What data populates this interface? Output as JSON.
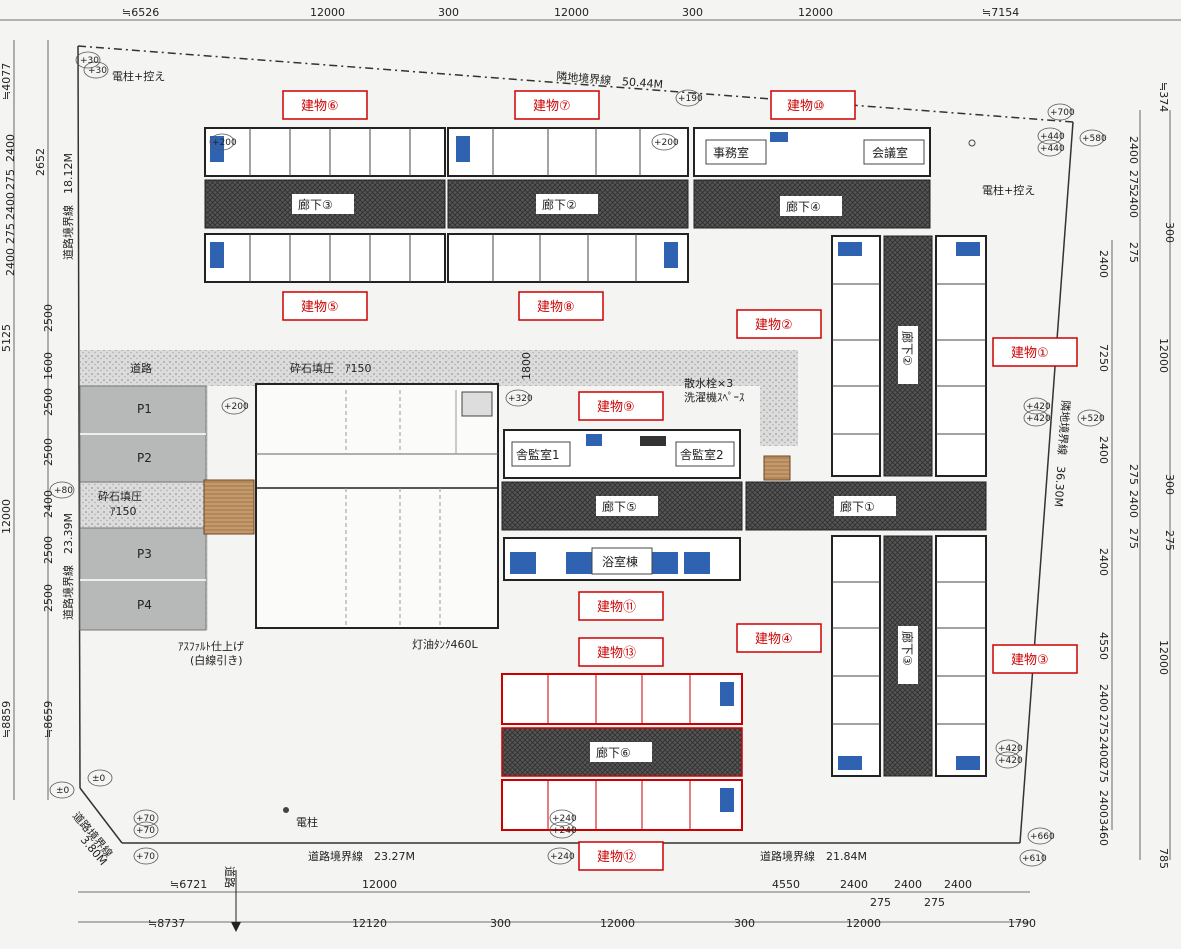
{
  "buildings": {
    "b1": "建物①",
    "b2": "建物②",
    "b3": "建物③",
    "b4": "建物④",
    "b5": "建物⑤",
    "b6": "建物⑥",
    "b7": "建物⑦",
    "b8": "建物⑧",
    "b9": "建物⑨",
    "b10": "建物⑩",
    "b11": "建物⑪",
    "b12": "建物⑫",
    "b13": "建物⑬"
  },
  "corridors": {
    "c1": "廊下①",
    "c2": "廊下②",
    "c3": "廊下③",
    "c4": "廊下④",
    "c5": "廊下⑤",
    "c6": "廊下⑥",
    "c2v": "廊下②",
    "c3v": "廊下③"
  },
  "rooms": {
    "office": "事務室",
    "meeting": "会議室",
    "dorm1": "舎監室1",
    "dorm2": "舎監室2",
    "bath": "浴室棟"
  },
  "parking": [
    "P1",
    "P2",
    "P3",
    "P4"
  ],
  "labels": {
    "road": "道路",
    "gravel_top": "砕石填圧　ｱ150",
    "gravel_left": "砕石填圧",
    "gravel_left2": "ｱ150",
    "asphalt": "ｱｽﾌｧﾙﾄ仕上げ",
    "asphalt2": "(白線引き)",
    "sprinkler": "散水栓×3",
    "laundry": "洗濯機ｽﾍﾟｰｽ",
    "oiltank": "灯油ﾀﾝｸ460L",
    "pole_bottom": "電柱",
    "pole_top": "電柱+控え",
    "pole_tl": "電柱+控え",
    "road_vertical": "道路",
    "north_line": "隣地境界線　50.44M",
    "east_line": "隣地境界線　36.30M",
    "west_line1": "道路境界線　18.12M",
    "west_line2": "道路境界線　23.39M",
    "corner_line": "道路境界線",
    "corner_line2": "3.80M",
    "south_line1": "道路境界線　23.27M",
    "south_line2": "道路境界線　21.84M",
    "area_tl": "1800"
  },
  "dims_top": [
    "≒6526",
    "12000",
    "300",
    "12000",
    "300",
    "12000",
    "≒7154"
  ],
  "dims_bottom1": [
    "≒6721",
    "12000",
    "4550",
    "2400",
    "2400",
    "2400",
    "275",
    "275"
  ],
  "dims_bottom2": [
    "≒8737",
    "12120",
    "300",
    "12000",
    "300",
    "12000",
    "1790"
  ],
  "dims_left_outer": [
    "≒4077",
    "5125",
    "12000",
    "≒8859"
  ],
  "dims_left_inner": [
    "2400",
    "275",
    "2400",
    "275",
    "2400",
    "2500",
    "1600",
    "2500",
    "2500",
    "2400",
    "2500",
    "2500",
    "≒8659",
    "2652"
  ],
  "dims_right_outer": [
    "≒374",
    "12000",
    "12000",
    "785"
  ],
  "dims_right_mid": [
    "2400",
    "2400",
    "2400",
    "7250",
    "2400",
    "2400",
    "2400",
    "4550",
    "2400",
    "2400",
    "2400",
    "3460"
  ],
  "dims_right_inner": [
    "275",
    "300",
    "275",
    "275",
    "300",
    "275",
    "275",
    "275",
    "275"
  ],
  "levels": [
    "+200",
    "+30",
    "+30",
    "+190",
    "+200",
    "+700",
    "+440",
    "+440",
    "+580",
    "+320",
    "+200",
    "+420",
    "+420",
    "+520",
    "+80",
    "+420",
    "+420",
    "+660",
    "+610",
    "+70",
    "+70",
    "+70",
    "±0",
    "±0",
    "+240",
    "+240",
    "+240"
  ]
}
